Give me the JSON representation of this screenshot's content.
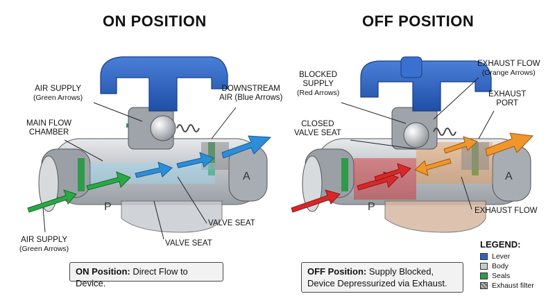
{
  "titles": {
    "on": "ON POSITION",
    "off": "OFF POSITION"
  },
  "on_labels": {
    "air_supply_top": {
      "main": "AIR SUPPLY",
      "sub": "(Green Arrows)"
    },
    "main_flow_chamber": {
      "line1": "MAIN FLOW",
      "line2": "CHAMBER"
    },
    "downstream": {
      "line1": "DOWNSTREAM",
      "line2": "AIR (Blue Arrows)"
    },
    "valve_seat_1": "VALVE SEAT",
    "valve_seat_2": "VALVE SEAT",
    "air_supply_bottom": {
      "main": "AIR SUPPLY",
      "sub": "(Green Arrows)"
    },
    "port_p": "P",
    "port_a": "A"
  },
  "off_labels": {
    "blocked_supply": {
      "line1": "BLOCKED",
      "line2": "SUPPLY",
      "sub": "(Red Arrows)"
    },
    "exhaust_flow_top": {
      "main": "EXHAUST FLOW",
      "sub": "(Orange Arrows)"
    },
    "exhaust_port": {
      "line1": "EXHAUST",
      "line2": "PORT"
    },
    "closed_valve_seat": {
      "line1": "CLOSED",
      "line2": "VALVE SEAT"
    },
    "exhaust_flow_bottom": "EXHAUST FLOW",
    "port_p": "P",
    "port_a": "A"
  },
  "captions": {
    "on": {
      "bold": "ON Position:",
      "text": " Direct Flow to Device."
    },
    "off": {
      "bold": "OFF Position:",
      "text": " Supply Blocked,",
      "line2": "Device Depressurized via Exhaust."
    }
  },
  "legend": {
    "title": "LEGEND:",
    "items": [
      {
        "label": "Lever",
        "color": "#2f66c4"
      },
      {
        "label": "Body",
        "color": "#c8c8c8"
      },
      {
        "label": "Seals",
        "color": "#2e9a4a"
      },
      {
        "label": "Exhaust filter",
        "color": "#8a8a8a"
      }
    ]
  },
  "colors": {
    "lever": "#2f66c4",
    "body": "#b9bdc2",
    "seals": "#2e9a4a",
    "supply_arrow": "#2aa845",
    "downstream_arrow": "#2d8ed8",
    "blocked_arrow": "#d8282a",
    "exhaust_arrow": "#f0962a"
  }
}
